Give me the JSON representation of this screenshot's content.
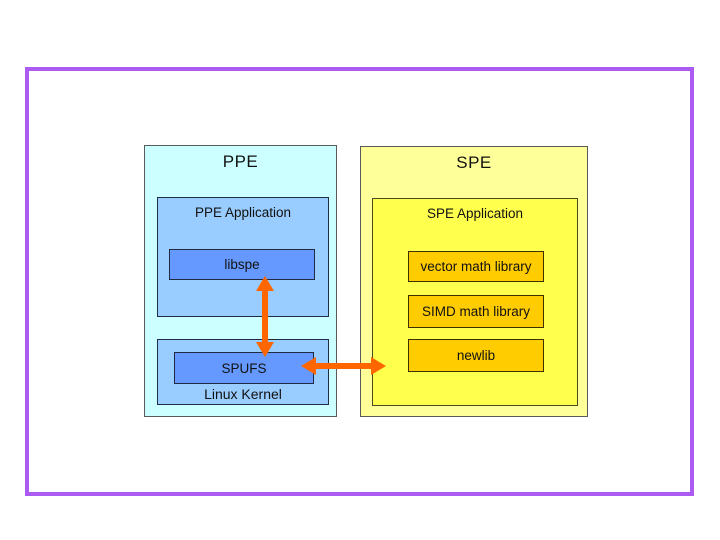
{
  "palette": {
    "frame_purple": "#AB5BF2",
    "ppe_outer_cyan": "#CCFFFF",
    "ppe_mid_blue": "#99CCFF",
    "ppe_inner_blue": "#6699FF",
    "spe_outer_yellow": "#FFFF99",
    "spe_mid_yellow": "#FFFF4D",
    "spe_gold": "#FFCC00",
    "arrow_orange": "#FF6600"
  },
  "diagram": {
    "ppe": {
      "title": "PPE",
      "application": {
        "label": "PPE Application",
        "inner_box": {
          "label": "libspe"
        }
      },
      "kernel": {
        "label": "Linux Kernel",
        "inner_box": {
          "label": "SPUFS"
        }
      }
    },
    "spe": {
      "title": "SPE",
      "application": {
        "label": "SPE Application",
        "boxes": [
          {
            "label": "vector math library"
          },
          {
            "label": "SIMD math library"
          },
          {
            "label": "newlib"
          }
        ]
      }
    },
    "arrows": [
      {
        "name": "libspe-to-spufs",
        "direction": "vertical-double-headed"
      },
      {
        "name": "spufs-to-spe",
        "direction": "horizontal-double-headed"
      }
    ]
  }
}
